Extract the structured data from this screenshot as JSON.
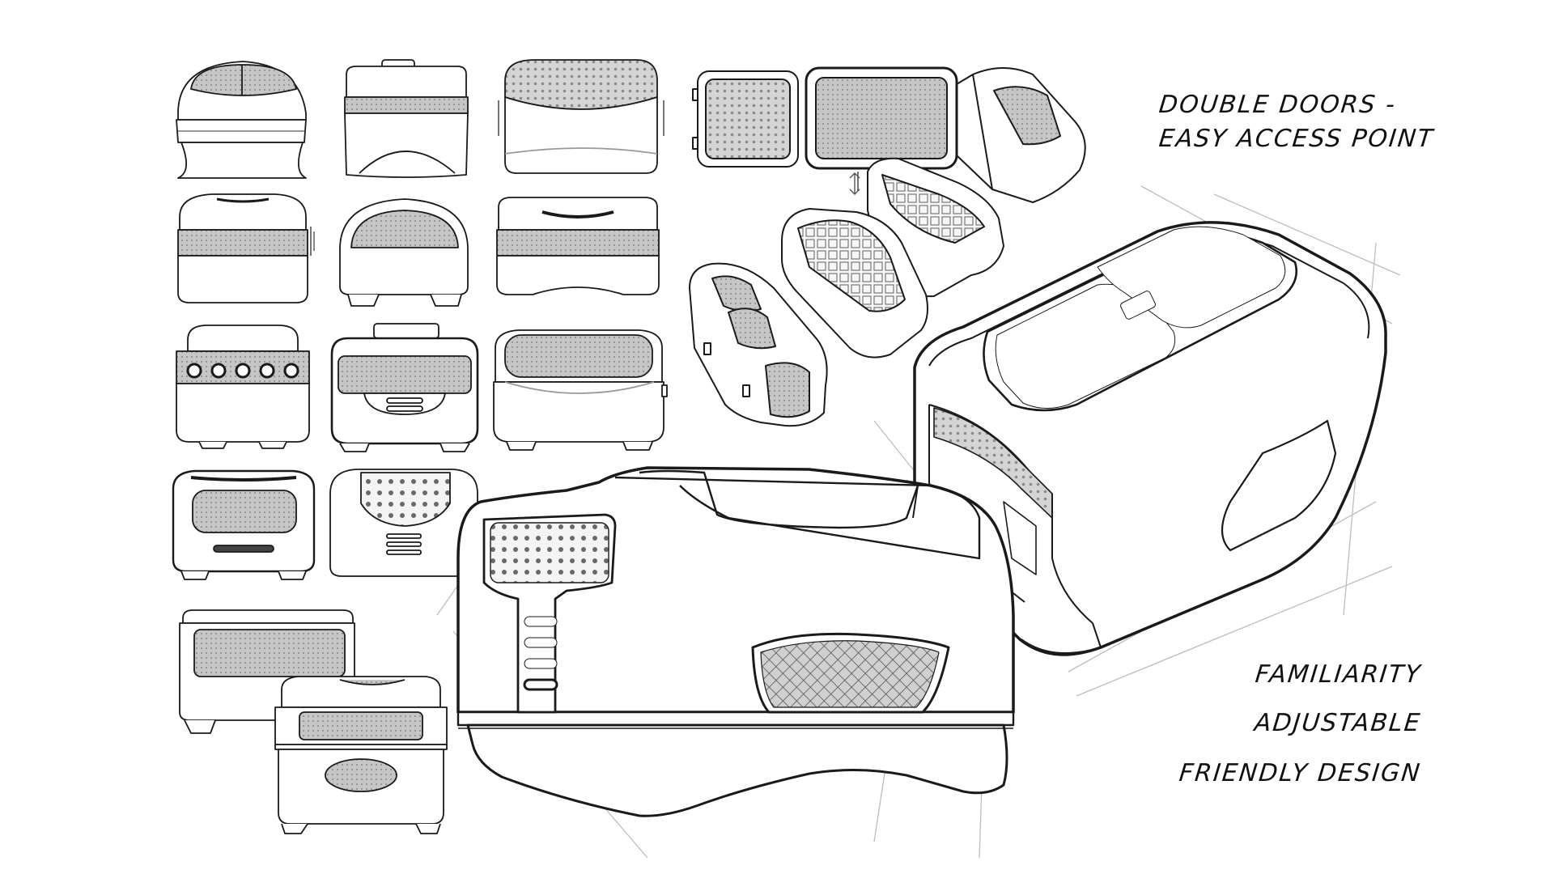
{
  "annotations": {
    "line1": "DOUBLE DOORS -",
    "line2": "EASY ACCESS POINT",
    "feature1": "FAMILIARITY",
    "feature2": "ADJUSTABLE",
    "feature3": "FRIENDLY DESIGN"
  },
  "colors": {
    "background": "#ffffff",
    "ink": "#1a1a1a",
    "tone": "#9a9a9a",
    "light_tone": "#c8c8c8"
  }
}
